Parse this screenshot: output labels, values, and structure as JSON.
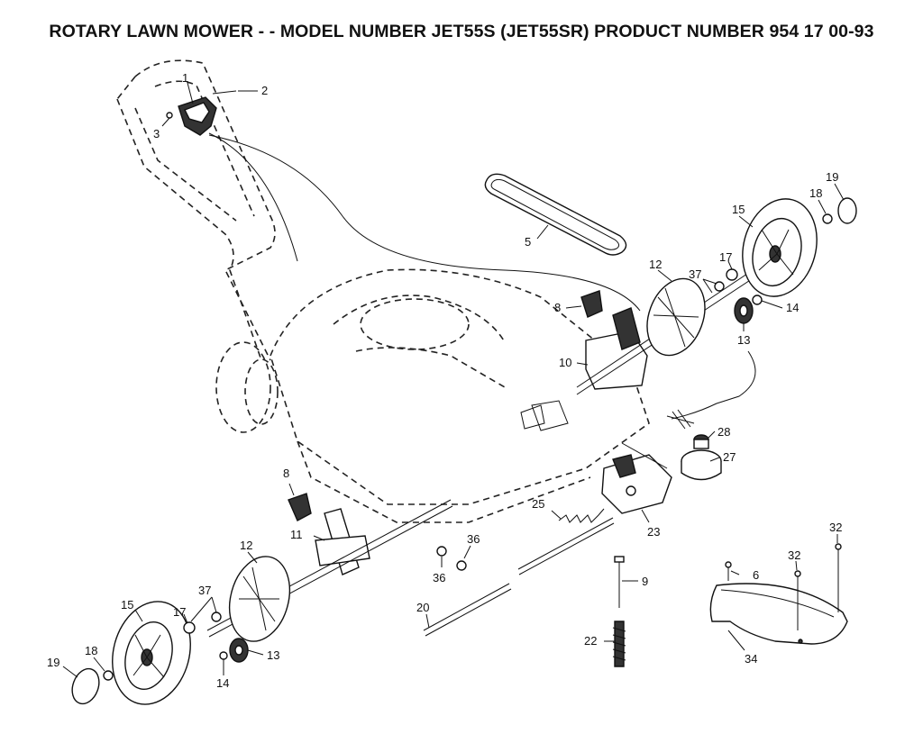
{
  "title": "ROTARY LAWN MOWER - - MODEL NUMBER JET55S (JET55SR) PRODUCT NUMBER 954 17 00-93",
  "callouts": [
    {
      "id": "c1",
      "label": "1"
    },
    {
      "id": "c2",
      "label": "2"
    },
    {
      "id": "c3",
      "label": "3"
    },
    {
      "id": "c5",
      "label": "5"
    },
    {
      "id": "c6",
      "label": "6"
    },
    {
      "id": "c8a",
      "label": "8"
    },
    {
      "id": "c8b",
      "label": "8"
    },
    {
      "id": "c9",
      "label": "9"
    },
    {
      "id": "c10",
      "label": "10"
    },
    {
      "id": "c11",
      "label": "11"
    },
    {
      "id": "c12a",
      "label": "12"
    },
    {
      "id": "c12b",
      "label": "12"
    },
    {
      "id": "c13a",
      "label": "13"
    },
    {
      "id": "c13b",
      "label": "13"
    },
    {
      "id": "c14a",
      "label": "14"
    },
    {
      "id": "c14b",
      "label": "14"
    },
    {
      "id": "c15a",
      "label": "15"
    },
    {
      "id": "c15b",
      "label": "15"
    },
    {
      "id": "c17a",
      "label": "17"
    },
    {
      "id": "c17b",
      "label": "17"
    },
    {
      "id": "c18a",
      "label": "18"
    },
    {
      "id": "c18b",
      "label": "18"
    },
    {
      "id": "c19a",
      "label": "19"
    },
    {
      "id": "c19b",
      "label": "19"
    },
    {
      "id": "c20",
      "label": "20"
    },
    {
      "id": "c22",
      "label": "22"
    },
    {
      "id": "c23",
      "label": "23"
    },
    {
      "id": "c25",
      "label": "25"
    },
    {
      "id": "c27",
      "label": "27"
    },
    {
      "id": "c28",
      "label": "28"
    },
    {
      "id": "c32a",
      "label": "32"
    },
    {
      "id": "c32b",
      "label": "32"
    },
    {
      "id": "c34",
      "label": "34"
    },
    {
      "id": "c36a",
      "label": "36"
    },
    {
      "id": "c36b",
      "label": "36"
    },
    {
      "id": "c37a",
      "label": "37"
    },
    {
      "id": "c37b",
      "label": "37"
    }
  ]
}
